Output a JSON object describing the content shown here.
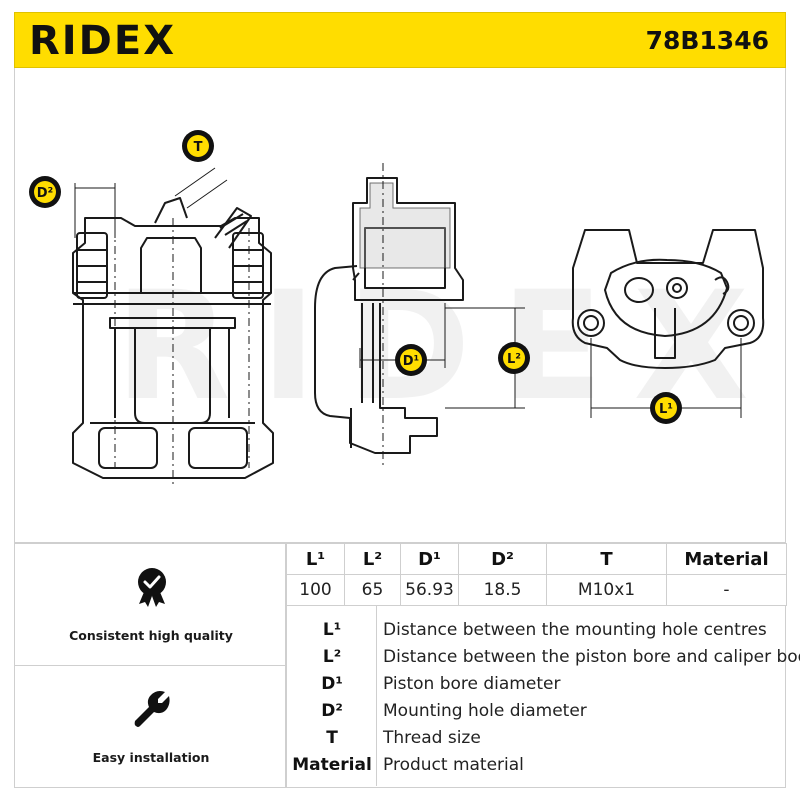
{
  "header": {
    "brand": "RIDEX",
    "part_number": "78B1346",
    "brand_color": "#ffdd00"
  },
  "drawing": {
    "watermark": "RIDEX",
    "dimension_badges": [
      "T",
      "D²",
      "D¹",
      "L²",
      "L¹"
    ]
  },
  "features": [
    {
      "label": "Consistent high quality",
      "icon": "quality-badge-icon"
    },
    {
      "label": "Easy installation",
      "icon": "wrench-icon"
    }
  ],
  "spec_table": {
    "headers": [
      "L¹",
      "L²",
      "D¹",
      "D²",
      "T",
      "Material"
    ],
    "values": [
      "100",
      "65",
      "56.93",
      "18.5",
      "M10x1",
      "-"
    ]
  },
  "legend": [
    {
      "key": "L¹",
      "desc": "Distance between the mounting hole centres"
    },
    {
      "key": "L²",
      "desc": "Distance between the piston bore and caliper body"
    },
    {
      "key": "D¹",
      "desc": "Piston bore diameter"
    },
    {
      "key": "D²",
      "desc": "Mounting hole diameter"
    },
    {
      "key": "T",
      "desc": "Thread size"
    },
    {
      "key": "Material",
      "desc": "Product material"
    }
  ]
}
